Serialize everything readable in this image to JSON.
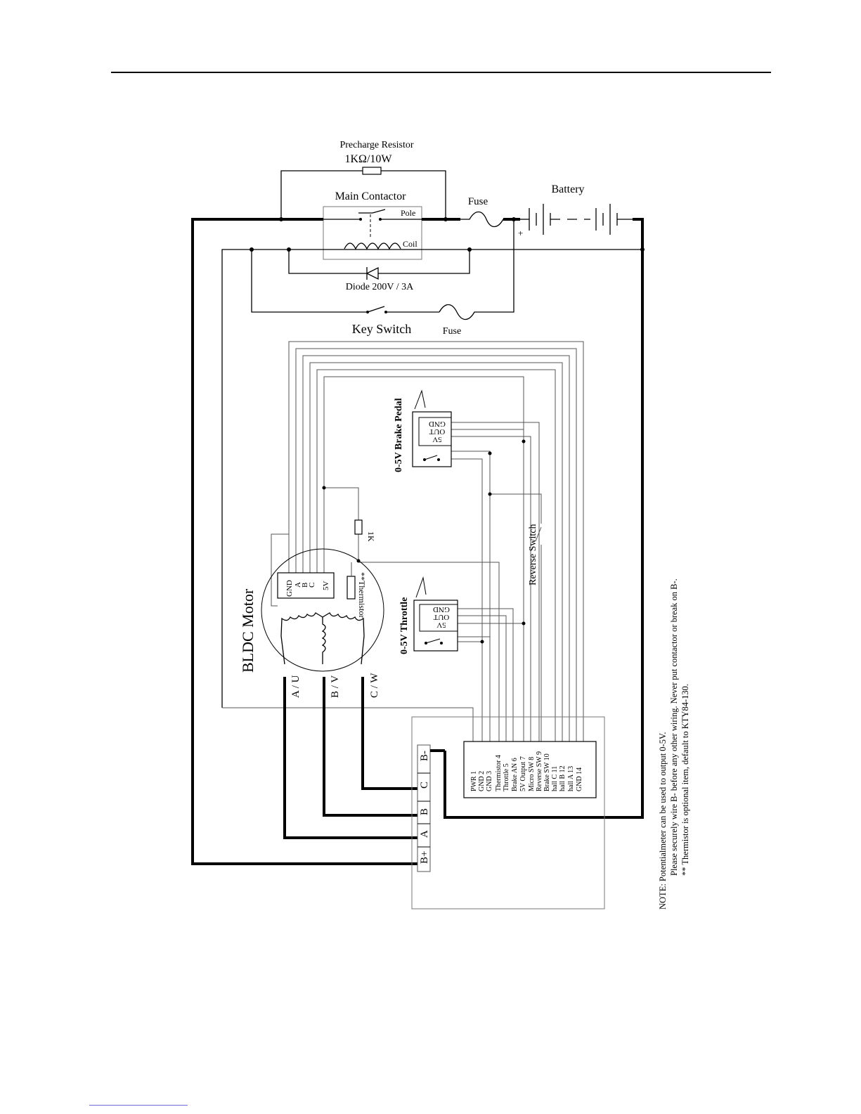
{
  "diagram": {
    "precharge_title": "Precharge Resistor",
    "precharge_value": "1KΩ/10W",
    "main_contactor": "Main Contactor",
    "pole": "Pole",
    "coil": "Coil",
    "fuse_main": "Fuse",
    "battery": "Battery",
    "battery_plus": "+",
    "diode": "Diode 200V / 3A",
    "key_switch": "Key Switch",
    "fuse_key": "Fuse",
    "brake_pedal": "0-5V Brake Pedal",
    "throttle": "0-5V Throttle",
    "reverse_switch": "Reverse Switch",
    "resistor_1k": "1K",
    "thermistor": "**Thermistor",
    "bldc_motor": "BLDC Motor",
    "pot_labels": [
      "5V",
      "OUT",
      "GND"
    ],
    "hall_labels": [
      "GND",
      "A",
      "B",
      "C",
      "5V"
    ],
    "phase_labels": [
      "A / U",
      "B / V",
      "C / W"
    ],
    "power_terminals": [
      "B+",
      "A",
      "B",
      "C",
      "B-"
    ],
    "controller_pins": [
      "PWR  1",
      "GND  2",
      "GND  3",
      "Thermistor  4",
      "Throttle  5",
      "Brake AN  6",
      "5V Output  7",
      "Micro SW  8",
      "Reverse SW  9",
      "Brake SW 10",
      "hall C 11",
      "hall B 12",
      "hall A 13",
      "GND 14"
    ],
    "notes": [
      "NOTE: Potentialmeter can be used to output 0-5V.",
      "Please securely wire B- before any other wiring. Never put contactor or break on B-.",
      "** Thermistor is optional item, default to KTY84-130."
    ]
  }
}
